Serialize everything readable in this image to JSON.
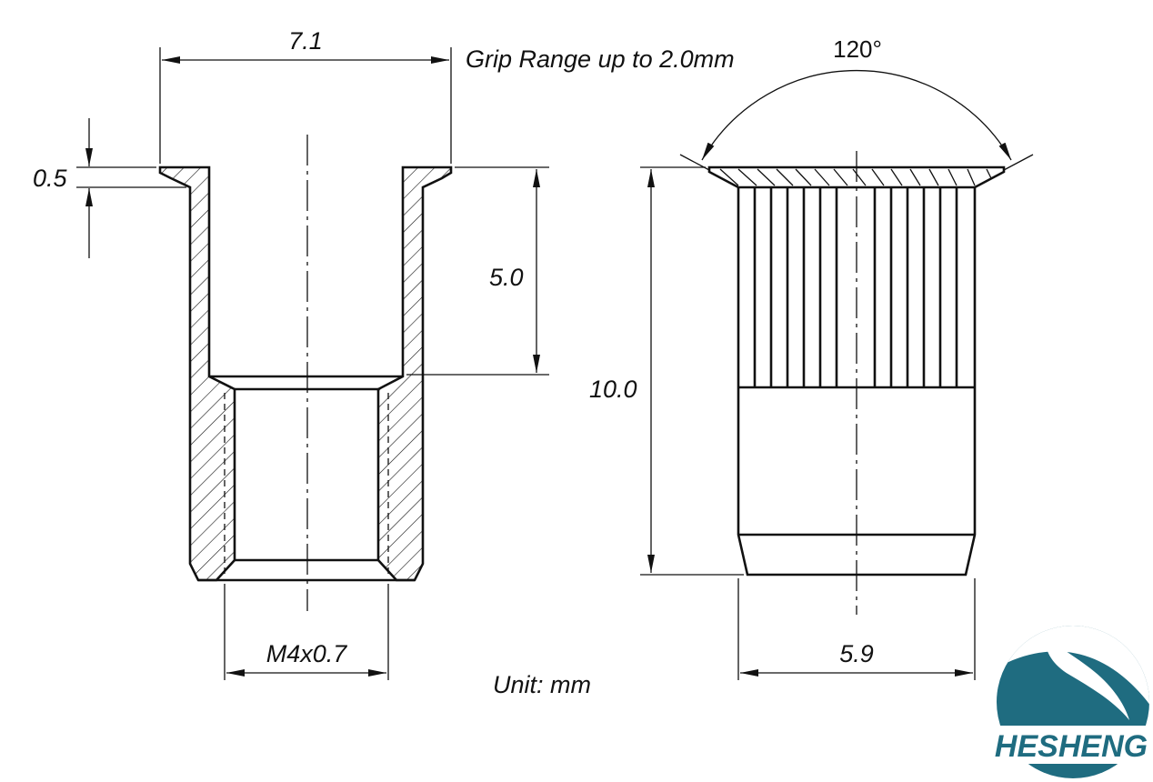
{
  "dimensions": {
    "flange_width": "7.1",
    "flange_thickness": "0.5",
    "grip_depth": "5.0",
    "total_length": "10.0",
    "thread": "M4x0.7",
    "body_diameter": "5.9",
    "head_angle": "120°"
  },
  "notes": {
    "grip_range": "Grip Range up to 2.0mm",
    "unit": "Unit: mm"
  },
  "logo": {
    "text": "HESHENG",
    "color": "#1f6c80"
  }
}
